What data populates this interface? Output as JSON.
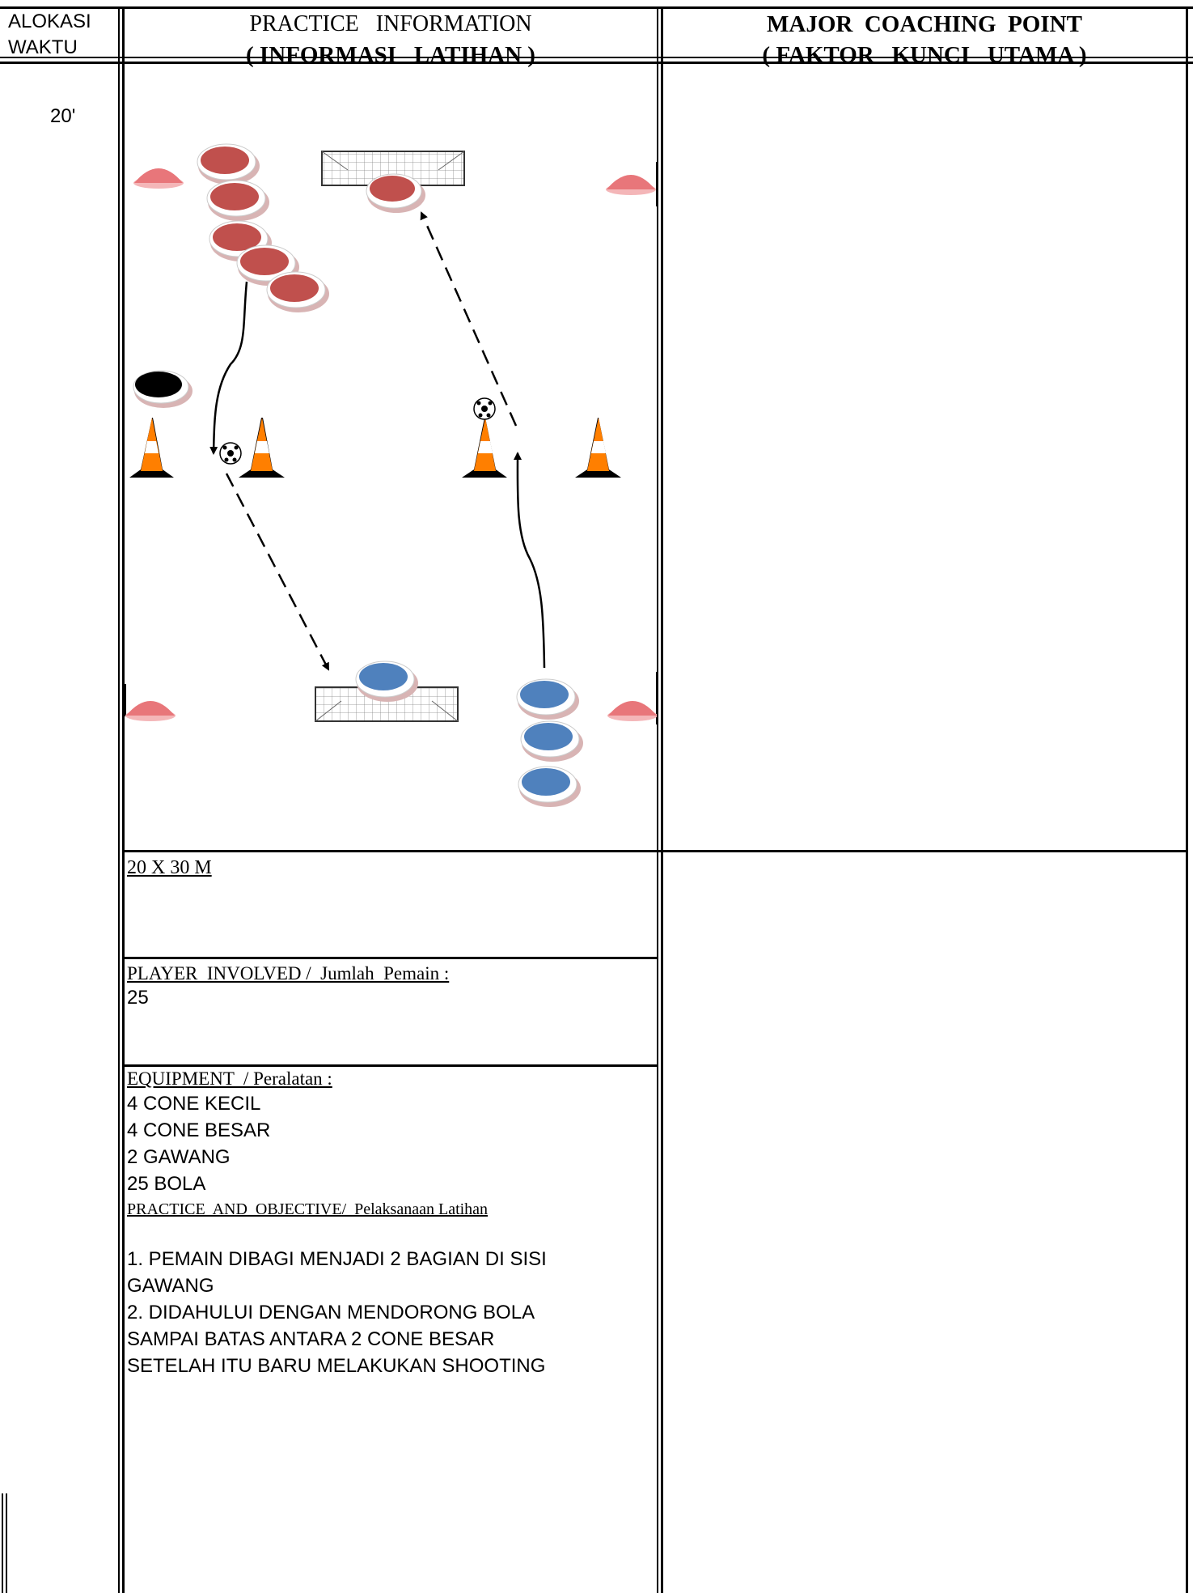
{
  "header": {
    "col1": [
      "ALOKASI",
      "WAKTU"
    ],
    "col2_line1": "PRACTICE   INFORMATION",
    "col2_line2": "( INFORMASI   LATIHAN )",
    "col3_line1": "MAJOR  COACHING  POINT",
    "col3_line2": "( FAKTOR   KUNCI   UTAMA )"
  },
  "time_allocation": "20'",
  "field_size": "20 X 30 M",
  "players": {
    "label": "PLAYER  INVOLVED /  Jumlah  Pemain :",
    "value": "25"
  },
  "equipment": {
    "label": "EQUIPMENT  / Peralatan :",
    "items": [
      "4 CONE KECIL",
      "4 CONE BESAR",
      "2 GAWANG",
      "25 BOLA"
    ]
  },
  "practice": {
    "label": "PRACTICE  AND  OBJECTIVE/  Pelaksanaan Latihan",
    "lines": [
      "1. PEMAIN DIBAGI MENJADI 2 BAGIAN DI SISI",
      "GAWANG",
      "2. DIDAHULUI DENGAN MENDORONG BOLA",
      "SAMPAI BATAS ANTARA 2 CONE BESAR",
      "SETELAH ITU BARU MELAKUKAN SHOOTING"
    ]
  },
  "diagram": {
    "team_red_color": "#c0504d",
    "team_blue_color": "#4f81bd",
    "coach_color": "#000000",
    "cone_color": "#ff7f00",
    "marker_color": "#e8767a",
    "icons": [
      "small-cone-marker",
      "large-traffic-cone",
      "goal-net",
      "soccer-ball",
      "player-disc",
      "dashed-pass-arrow",
      "curved-dribble-arrow"
    ]
  }
}
